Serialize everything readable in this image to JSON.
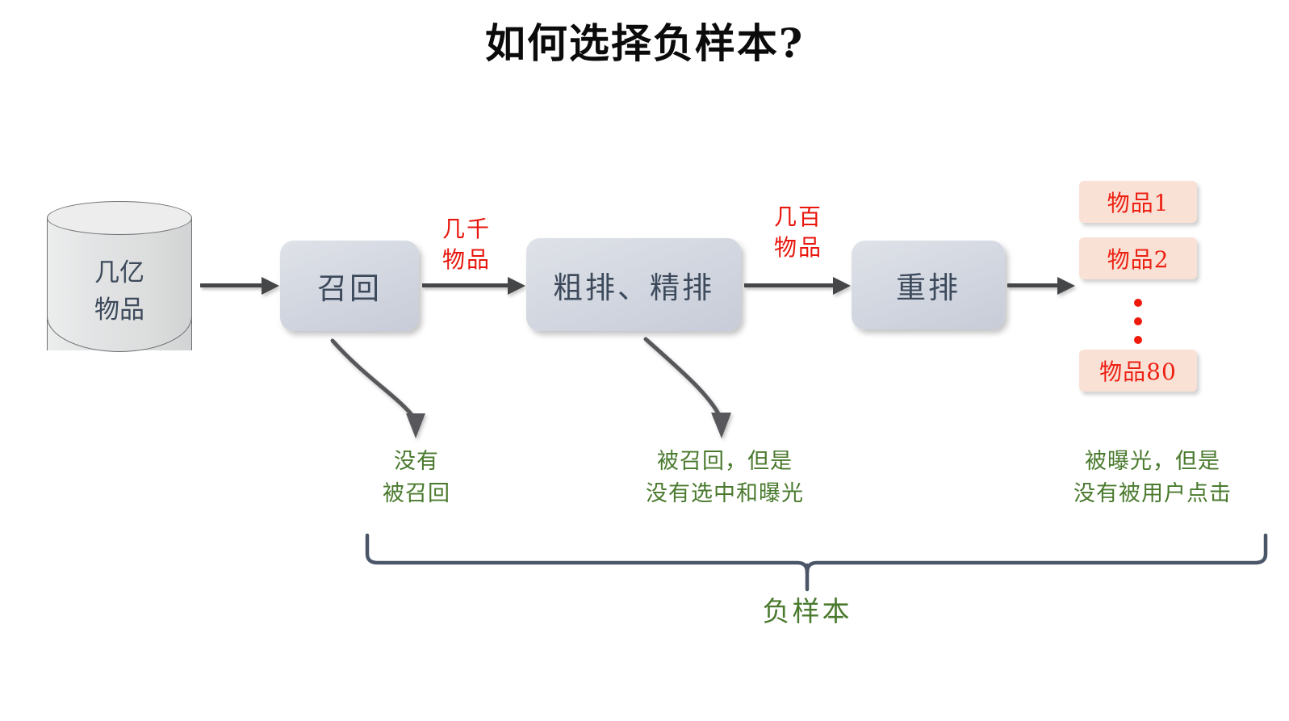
{
  "title": "如何选择负样本?",
  "source": {
    "name": "items-database-cylinder",
    "label": "几亿\n物品"
  },
  "stages": [
    {
      "id": "recall",
      "label": "召回"
    },
    {
      "id": "rank",
      "label": "粗排、精排"
    },
    {
      "id": "rerank",
      "label": "重排"
    }
  ],
  "flow_labels": [
    {
      "id": "thousands",
      "label": "几千\n物品"
    },
    {
      "id": "hundreds",
      "label": "几百\n物品"
    }
  ],
  "output_items": [
    {
      "id": "item-1",
      "label": "物品1"
    },
    {
      "id": "item-2",
      "label": "物品2"
    },
    {
      "id": "item-80",
      "label": "物品80"
    }
  ],
  "notes": [
    {
      "id": "not-recalled",
      "label": "没有\n被召回"
    },
    {
      "id": "not-exposed",
      "label": "被召回，但是\n没有选中和曝光"
    },
    {
      "id": "not-clicked",
      "label": "被曝光，但是\n没有被用户点击"
    }
  ],
  "brace": {
    "label": "负样本"
  },
  "colors": {
    "title": "#0b0b0b",
    "stage_text": "#3d4a5c",
    "stage_fill": "#d4d8e1",
    "flow_label": "#e8160c",
    "item_fill": "#fae1d6",
    "item_text": "#ed2113",
    "note_green": "#4a7a2e",
    "arrow_gray": "#444648",
    "brace_stroke": "#4a5568",
    "background": "#ffffff"
  }
}
